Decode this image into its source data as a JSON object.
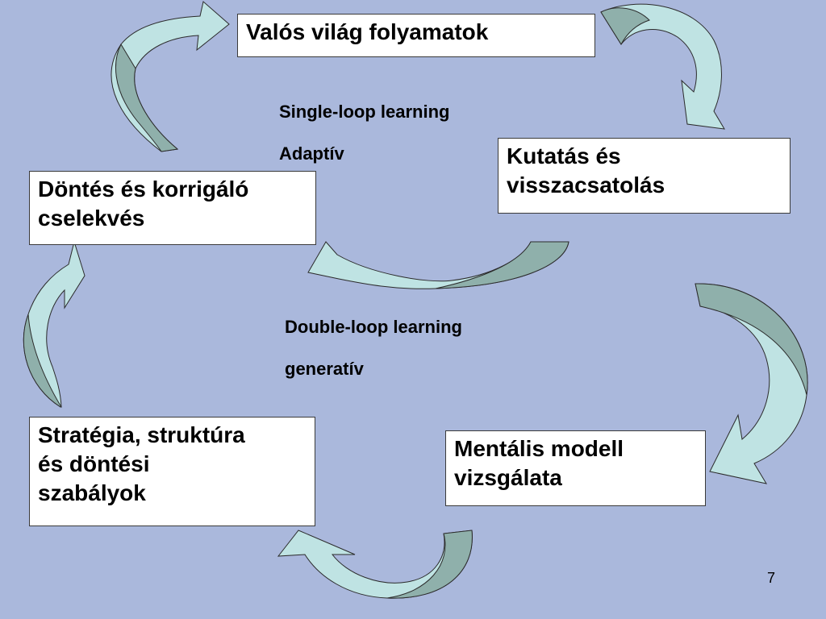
{
  "boxes": {
    "valos": {
      "lines": [
        "Valós világ folyamatok"
      ]
    },
    "kutatas": {
      "lines": [
        "Kutatás és",
        "visszacsatolás"
      ]
    },
    "dontes": {
      "lines": [
        "Döntés és korrigáló",
        "cselekvés"
      ]
    },
    "strategia": {
      "lines": [
        "Stratégia, struktúra",
        "és döntési",
        "szabályok"
      ]
    },
    "mentalis": {
      "lines": [
        "Mentális modell",
        "vizsgálata"
      ]
    }
  },
  "labels": {
    "single_loop": "Single-loop learning",
    "adaptiv": "Adaptív",
    "double_loop": "Double-loop learning",
    "generativ": "generatív"
  },
  "page_number": "7",
  "colors": {
    "background": "#aab8dc",
    "arrow_light": "#bfe3e3",
    "arrow_dark": "#8fb0ab",
    "box_fill": "#ffffff"
  }
}
